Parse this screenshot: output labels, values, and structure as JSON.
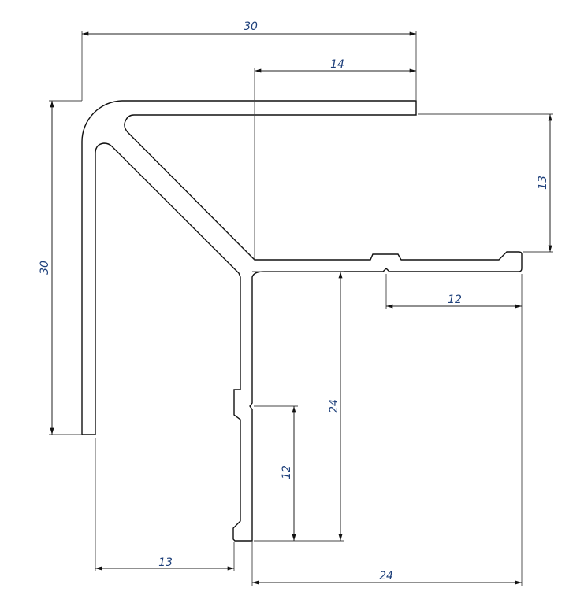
{
  "drawing": {
    "title": "Corner aluminium profile cross-section",
    "dimensions": {
      "top_width": "30",
      "top_offset": "14",
      "right_height": "13",
      "left_height": "30",
      "horizontal_notch": "12",
      "vertical_leg": "24",
      "vertical_notch": "12",
      "bottom_offset": "13",
      "bottom_width": "24"
    },
    "colors": {
      "line": "#111111",
      "dimension_text": "#1d3f7a"
    }
  }
}
